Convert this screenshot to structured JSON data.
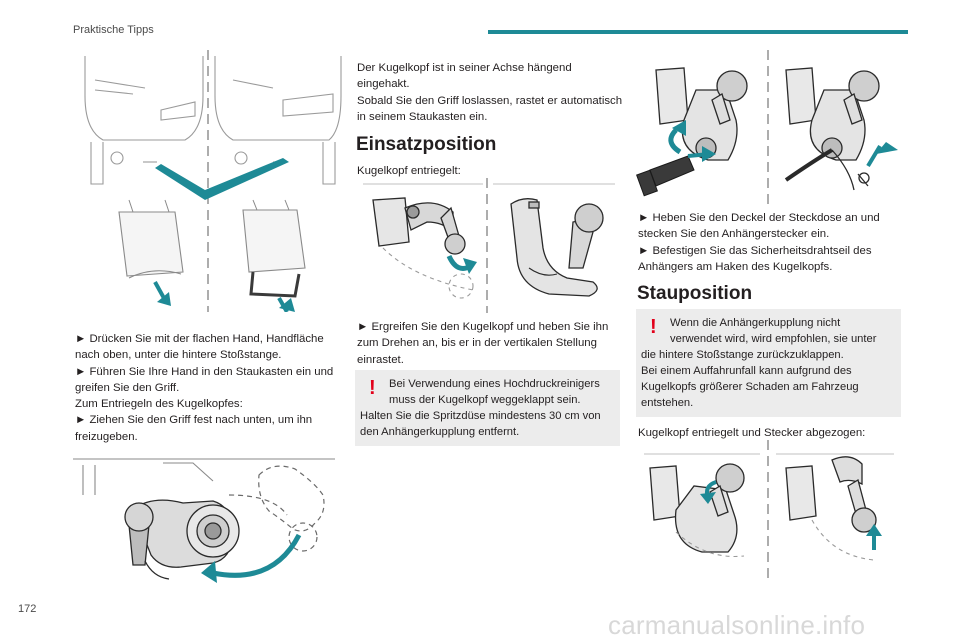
{
  "header": {
    "section_title": "Praktische Tipps",
    "accent_color": "#1e8a96"
  },
  "page_number": "172",
  "watermark": "carmanualsonline.info",
  "left_column": {
    "instructions": [
      "► Drücken Sie mit der flachen Hand, Handfläche",
      "nach oben, unter die hintere Stoßstange.",
      "► Führen Sie Ihre Hand in den Staukasten ein und",
      "greifen Sie den Griff.",
      "Zum Entriegeln des Kugelkopfes:",
      "► Ziehen Sie den Griff fest nach unten, um ihn",
      "freizugeben."
    ]
  },
  "middle_column": {
    "intro": [
      "Der Kugelkopf ist in seiner Achse hängend",
      "eingehakt.",
      "Sobald Sie den Griff loslassen, rastet er automatisch",
      "in seinem Staukasten ein."
    ],
    "heading": "Einsatzposition",
    "subtitle": "Kugelkopf entriegelt:",
    "instructions": [
      "► Ergreifen Sie den Kugelkopf und heben Sie ihn",
      "zum Drehen an, bis er in der vertikalen Stellung",
      "einrastet."
    ],
    "warning": [
      "Bei Verwendung eines Hochdruckreinigers",
      "muss der Kugelkopf weggeklappt sein.",
      "Halten Sie die Spritzdüse mindestens 30 cm von",
      "den Anhängerkupplung entfernt."
    ]
  },
  "right_column": {
    "instructions": [
      "► Heben Sie den Deckel der Steckdose an und",
      "stecken Sie den Anhängerstecker ein.",
      "► Befestigen Sie das Sicherheitsdrahtseil des",
      "Anhängers am Haken des Kugelkopfs."
    ],
    "heading": "Stauposition",
    "warning": [
      "Wenn die Anhängerkupplung nicht",
      "verwendet wird, wird empfohlen, sie unter",
      "die hintere Stoßstange zurückzuklappen.",
      "Bei einem Auffahrunfall kann aufgrund des",
      "Kugelkopfs größerer Schaden am Fahrzeug",
      "entstehen."
    ],
    "subtitle": "Kugelkopf entriegelt und Stecker abgezogen:"
  }
}
